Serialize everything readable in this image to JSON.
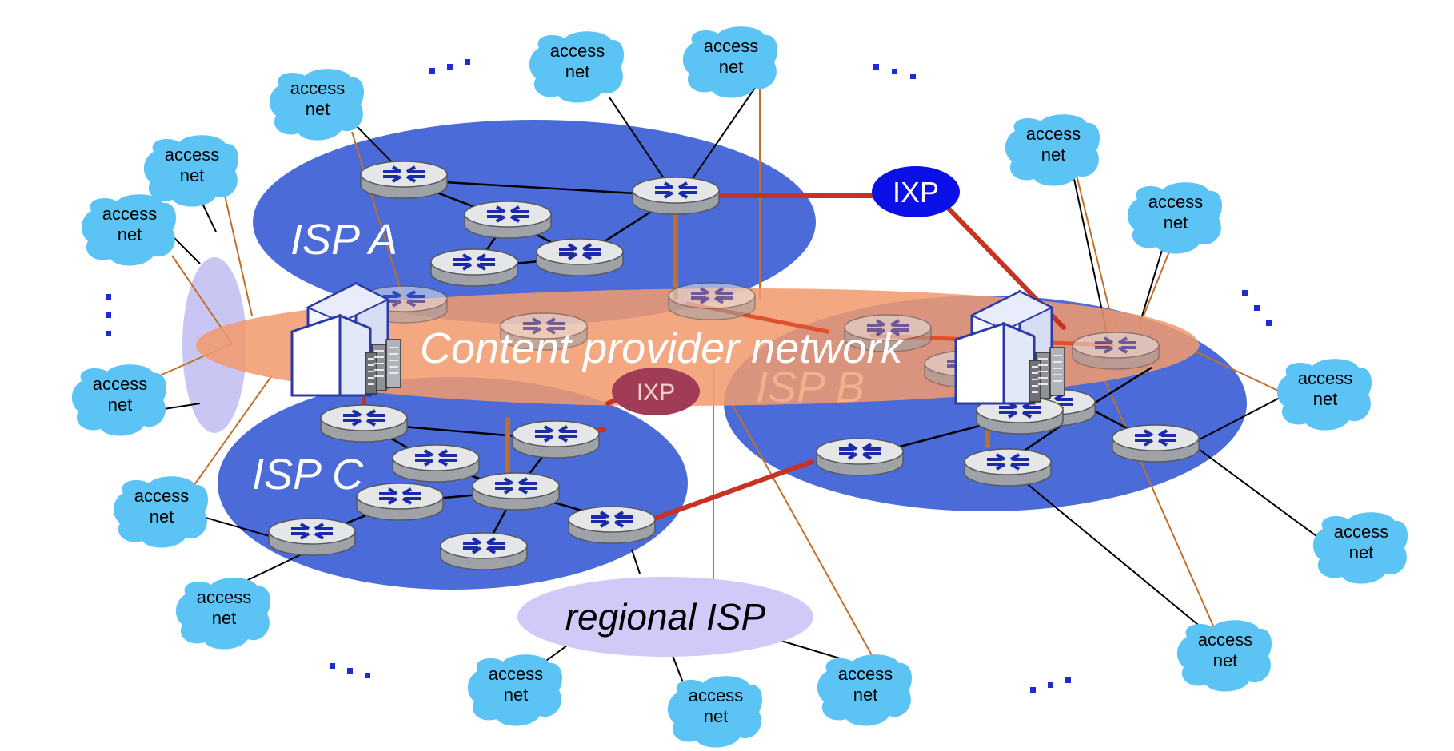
{
  "labels": {
    "isp_a": "ISP A",
    "isp_b": "ISP B",
    "isp_c": "ISP C",
    "content_provider": "Content provider network",
    "ixp_top": "IXP",
    "ixp_center": "IXP",
    "regional_isp": "regional ISP",
    "access_line1": "access",
    "access_line2": "net",
    "ellipsis": "..."
  },
  "colors": {
    "isp_blue": "#4a6bd8",
    "content_orange": "#f29a6c",
    "access_cloud": "#5cc4f5",
    "ixp_blue": "#0a10e6",
    "link_red": "#c83222",
    "link_brown": "#c0702a",
    "regional_lavender": "#cfcaf7",
    "dots_blue": "#1b2bd6"
  }
}
